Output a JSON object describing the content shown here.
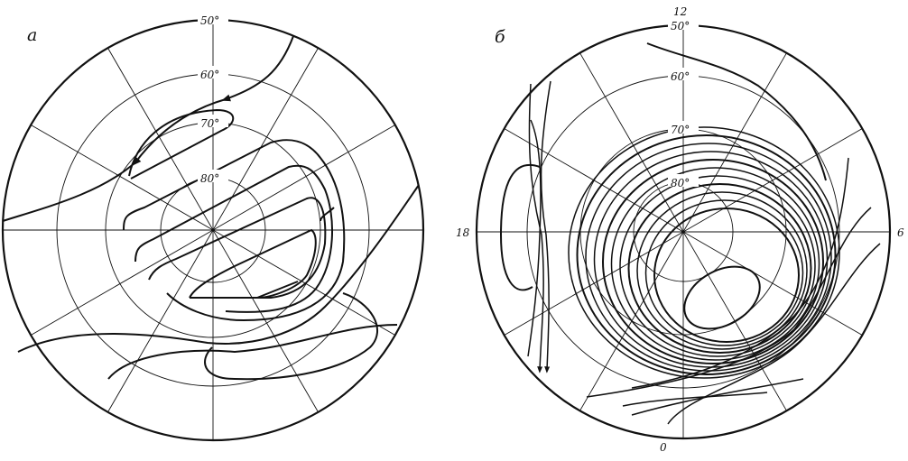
{
  "panels": [
    {
      "id": "a",
      "label": "а",
      "latitude_labels": [
        "50°",
        "60°",
        "70°",
        "80°"
      ]
    },
    {
      "id": "b",
      "label": "б",
      "latitude_labels": [
        "50°",
        "60°",
        "70°",
        "80°"
      ],
      "time_labels": {
        "top": "12",
        "left": "18",
        "right": "6",
        "bottom": "0"
      }
    }
  ],
  "colors": {
    "ink": "#111111",
    "background": "#ffffff"
  }
}
